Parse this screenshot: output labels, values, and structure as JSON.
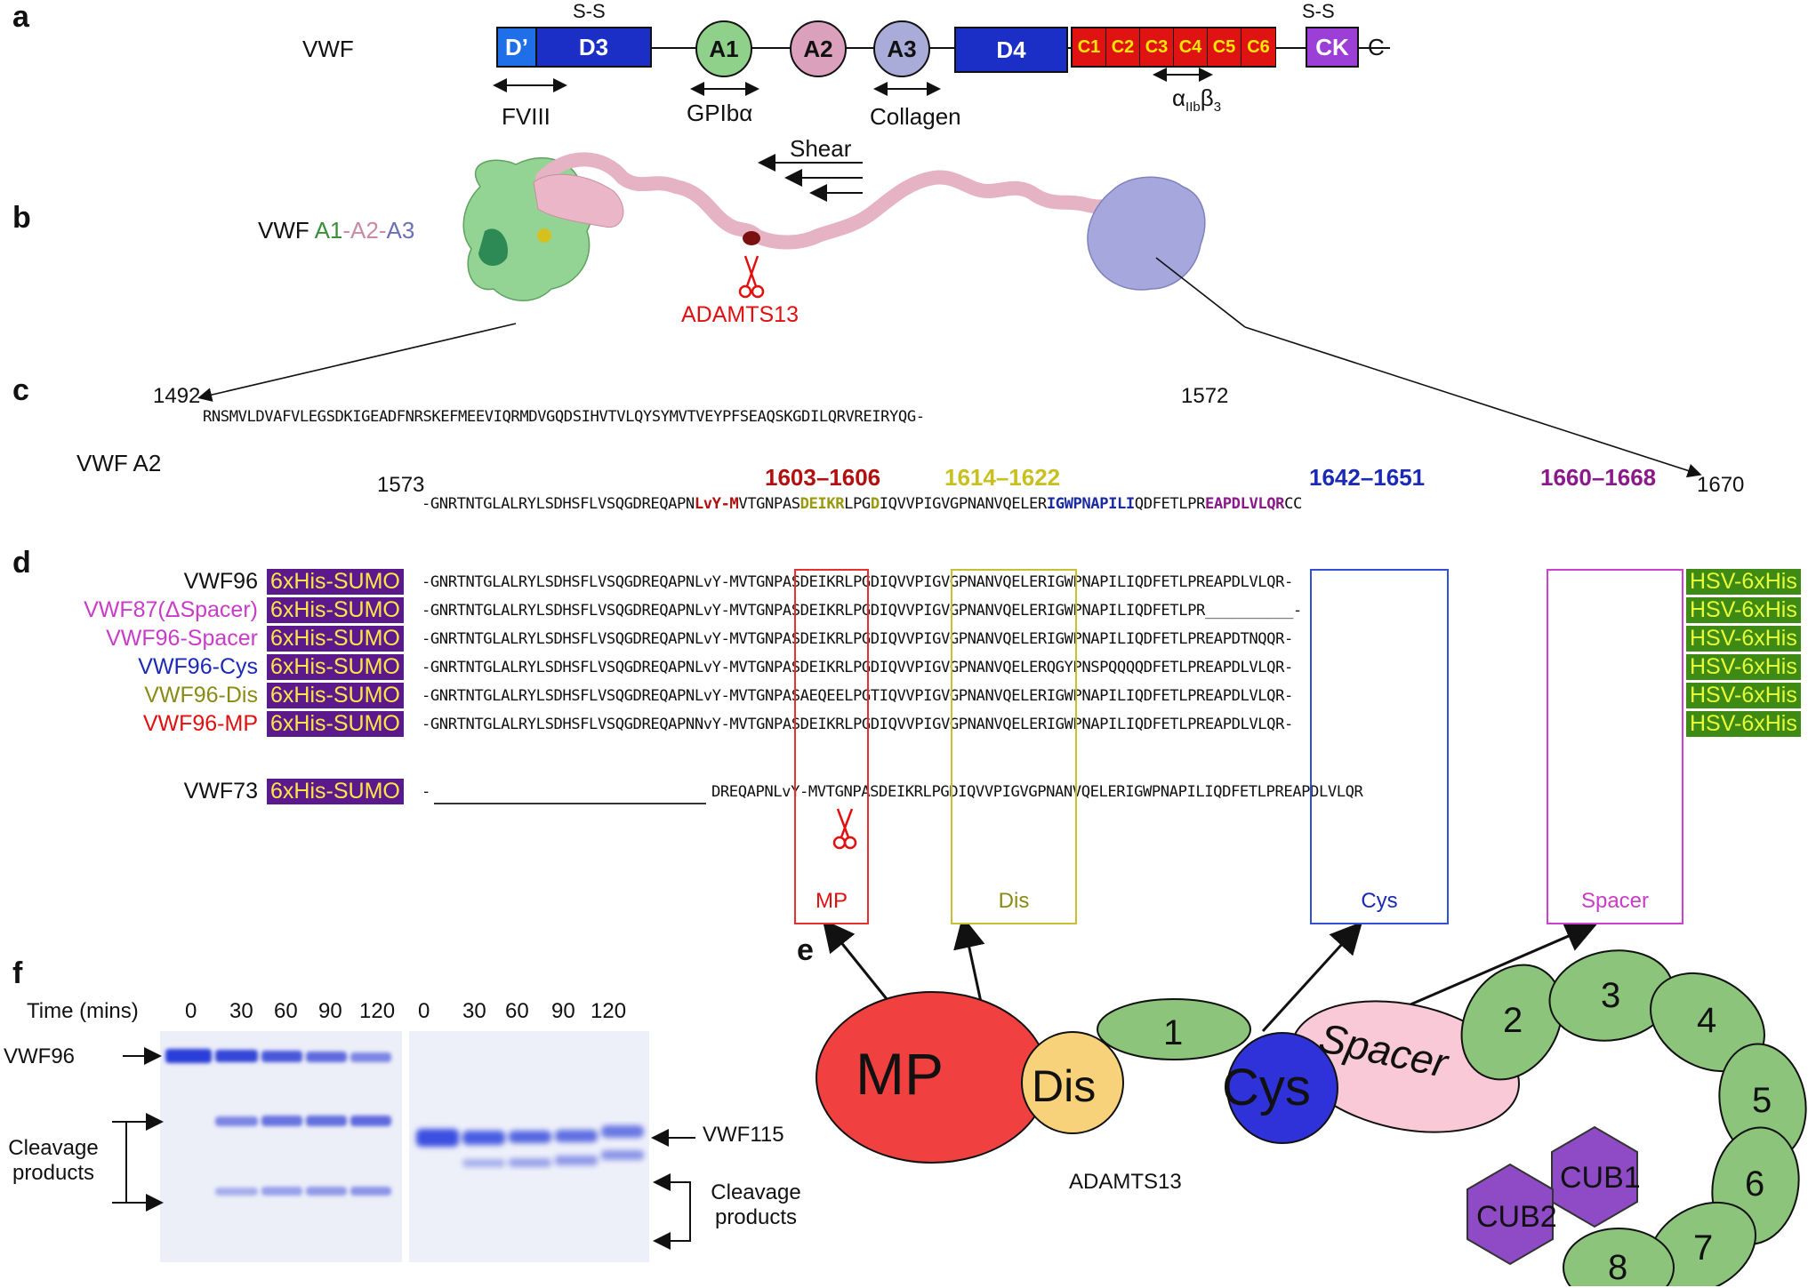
{
  "panels": {
    "a": "a",
    "b": "b",
    "c": "c",
    "d": "d",
    "e": "e",
    "f": "f"
  },
  "panel_a": {
    "protein": "VWF",
    "ss_left": "S-S",
    "ss_right": "S-S",
    "domains": {
      "dprime": "D’",
      "d3": "D3",
      "a1": "A1",
      "a2": "A2",
      "a3": "A3",
      "d4": "D4",
      "ck": "CK",
      "cterm": "C"
    },
    "c_domains": [
      "C1",
      "C2",
      "C3",
      "C4",
      "C5",
      "C6"
    ],
    "binding": {
      "fviii": "FVIII",
      "gpib": "GPIbα",
      "collagen": "Collagen",
      "integrin_alpha": "α",
      "integrin_sub": "IIb",
      "integrin_beta": "β",
      "integrin_sub2": "3"
    },
    "colors": {
      "d_blue": "#1b2fc7",
      "dprime_blue": "#1f6fe8",
      "a1_green": "#8fd08a",
      "a2_pink": "#dba0bb",
      "a3_lav": "#a9acd8",
      "c_red": "#e01313",
      "ck_purple": "#9b3fd6"
    }
  },
  "panel_b": {
    "label_prefix": "VWF ",
    "label_a1": "A1",
    "label_dash1": "-",
    "label_a2": "A2",
    "label_dash2": "-",
    "label_a3": "A3",
    "shear": "Shear",
    "enzyme": "ADAMTS13"
  },
  "panel_c": {
    "label": "VWF A2",
    "start1": "1492",
    "end1": "1572",
    "line1": "RNSMVLDVAFVLEGSDKIGEADFNRSKEFMEEVIQRMDVGQDSIHVTVLQYSYMVTVEYPFSEAQSKGDILQRVREIRYQG-",
    "start2": "1573",
    "end2": "1670",
    "regions": [
      "1603–1606",
      "1614–1622",
      "1642–1651",
      "1660–1668"
    ],
    "line2": {
      "s1": "-GNRTNTGLALRYLSDHSFLVSQGDREQAPN",
      "r1": "LvY-M",
      "s2": "VTGNPAS",
      "r2a": "DEIKR",
      "s3": "LPG",
      "r2b": "D",
      "s4": "IQVVPIGVGPNANVQELER",
      "r3": "IGWPNAPILI",
      "s5": "QDFETLPR",
      "r4": "EAPDLVLQR",
      "s6": "CC"
    }
  },
  "panel_d": {
    "sumo_tag": "6xHis-SUMO",
    "hsv_tag": "HSV-6xHis",
    "constructs": [
      {
        "name": "VWF96",
        "color": "#111111",
        "seq": "-GNRTNTGLALRYLSDHSFLVSQGDREQAPNLvY-MVTGNPASDEIKRLPGDIQVVPIGVGPNANVQELERIGWPNAPILIQDFETLPREAPDLVLQR-"
      },
      {
        "name": "VWF87(ΔSpacer)",
        "color": "#c83cc8",
        "seq": "-GNRTNTGLALRYLSDHSFLVSQGDREQAPNLvY-MVTGNPASDEIKRLPGDIQVVPIGVGPNANVQELERIGWPNAPILIQDFETLPR__________-"
      },
      {
        "name": "VWF96-Spacer",
        "color": "#c83cc8",
        "seq": "-GNRTNTGLALRYLSDHSFLVSQGDREQAPNLvY-MVTGNPASDEIKRLPGDIQVVPIGVGPNANVQELERIGWPNAPILIQDFETLPREAPDTNQQR-"
      },
      {
        "name": "VWF96-Cys",
        "color": "#1a2ab4",
        "seq": "-GNRTNTGLALRYLSDHSFLVSQGDREQAPNLvY-MVTGNPASDEIKRLPGDIQVVPIGVGPNANVQELERQGYPNSPQQQQDFETLPREAPDLVLQR-"
      },
      {
        "name": "VWF96-Dis",
        "color": "#8a8a14",
        "seq": "-GNRTNTGLALRYLSDHSFLVSQGDREQAPNLvY-MVTGNPASAEQEELPGTIQVVPIGVGPNANVQELERIGWPNAPILIQDFETLPREAPDLVLQR-"
      },
      {
        "name": "VWF96-MP",
        "color": "#e01010",
        "seq": "-GNRTNTGLALRYLSDHSFLVSQGDREQAPNNvY-MVTGNPASDEIKRLPGDIQVVPIGVGPNANVQELERIGWPNAPILIQDFETLPREAPDLVLQR-"
      }
    ],
    "vwf73": {
      "name": "VWF73",
      "dash": "-",
      "seq": "DREQAPNLvY-MVTGNPASDEIKRLPGDIQVVPIGVGPNANVQELERIGWPNAPILIQDFETLPREAPDLVLQR"
    },
    "box_labels": {
      "mp": "MP",
      "dis": "Dis",
      "cys": "Cys",
      "spacer": "Spacer"
    }
  },
  "panel_e": {
    "domains": {
      "mp": "MP",
      "dis": "Dis",
      "cys": "Cys",
      "spacer": "Spacer",
      "cub1": "CUB1",
      "cub2": "CUB2"
    },
    "tsp_repeats": [
      "1",
      "2",
      "3",
      "4",
      "5",
      "6",
      "7",
      "8"
    ],
    "enzyme": "ADAMTS13"
  },
  "panel_f": {
    "time_label": "Time (mins)",
    "times": [
      "0",
      "30",
      "60",
      "90",
      "120"
    ],
    "substrate_left": "VWF96",
    "substrate_right": "VWF115",
    "cleavage_line1": "Cleavage",
    "cleavage_line2": "products"
  }
}
